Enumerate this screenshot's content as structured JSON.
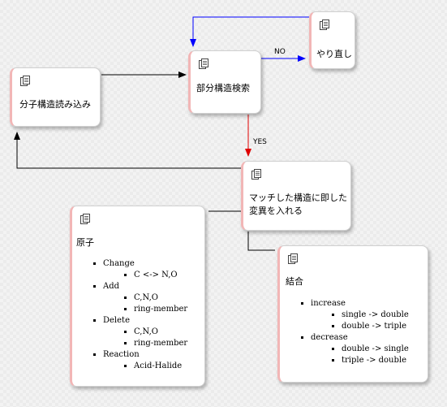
{
  "nodes": {
    "load": {
      "label": "分子構造読み込み",
      "icon": "document-icon"
    },
    "search": {
      "label": "部分構造検索",
      "icon": "document-icon"
    },
    "retry": {
      "label": "やり直し",
      "icon": "document-icon"
    },
    "apply": {
      "label_line1": "マッチした構造に即した",
      "label_line2": "変異を入れる",
      "icon": "document-icon"
    },
    "atom": {
      "title": "原子",
      "icon": "document-icon",
      "items": [
        {
          "name": "Change",
          "subs": [
            "C <-> N,O"
          ]
        },
        {
          "name": "Add",
          "subs": [
            "C,N,O",
            "ring-member"
          ]
        },
        {
          "name": "Delete",
          "subs": [
            "C,N,O",
            "ring-member"
          ]
        },
        {
          "name": "Reaction",
          "subs": [
            "Acid-Halide"
          ]
        }
      ]
    },
    "bond": {
      "title": "結合",
      "icon": "document-icon",
      "items": [
        {
          "name": "increase",
          "subs": [
            "single -> double",
            "double -> triple"
          ]
        },
        {
          "name": "decrease",
          "subs": [
            "double -> single",
            "triple -> double"
          ]
        }
      ]
    }
  },
  "edges": {
    "no_label": "NO",
    "yes_label": "YES",
    "colors": {
      "default": "#000000",
      "no": "#0000ff",
      "yes": "#e00000"
    }
  }
}
